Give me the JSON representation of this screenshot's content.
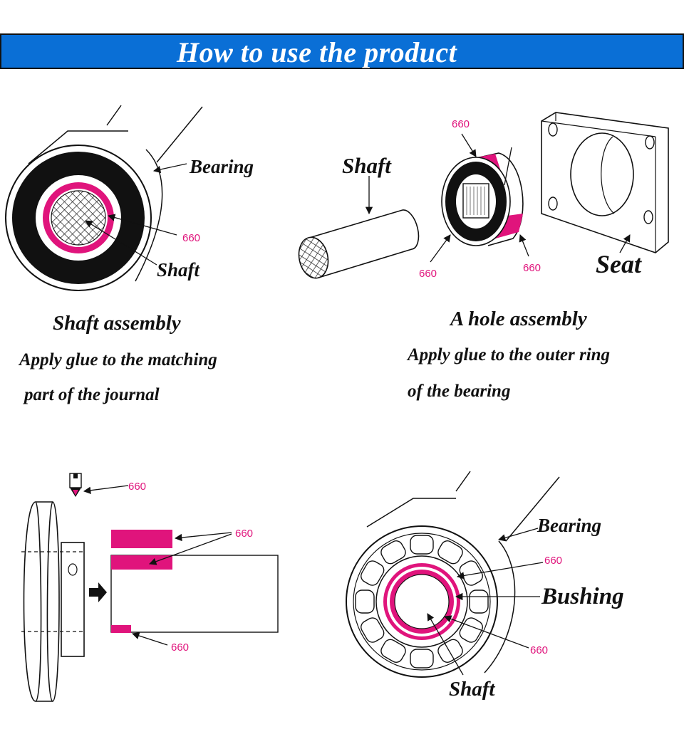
{
  "header": {
    "title": "How to use the product"
  },
  "colors": {
    "header_bg": "#0a6fd6",
    "glue": "#e0147c",
    "glue_label": "#e0147c",
    "ink": "#111111"
  },
  "panels": {
    "shaft": {
      "title": "Shaft assembly",
      "desc_line1": "Apply glue to the matching",
      "desc_line2": "part of the journal",
      "labels": {
        "bearing": "Bearing",
        "shaft": "Shaft",
        "glue": "660"
      }
    },
    "hole": {
      "title": "A hole assembly",
      "desc_line1": "Apply glue to the outer ring",
      "desc_line2": "of the bearing",
      "labels": {
        "shaft": "Shaft",
        "seat": "Seat",
        "glue_top": "660",
        "glue_left": "660",
        "glue_right": "660"
      }
    },
    "pulley": {
      "labels": {
        "glue_nozzle": "660",
        "glue_sleeve": "660",
        "glue_bottom": "660"
      }
    },
    "bushing": {
      "labels": {
        "bearing": "Bearing",
        "glue_top": "660",
        "bushing": "Bushing",
        "glue_bottom": "660",
        "shaft": "Shaft"
      }
    }
  }
}
